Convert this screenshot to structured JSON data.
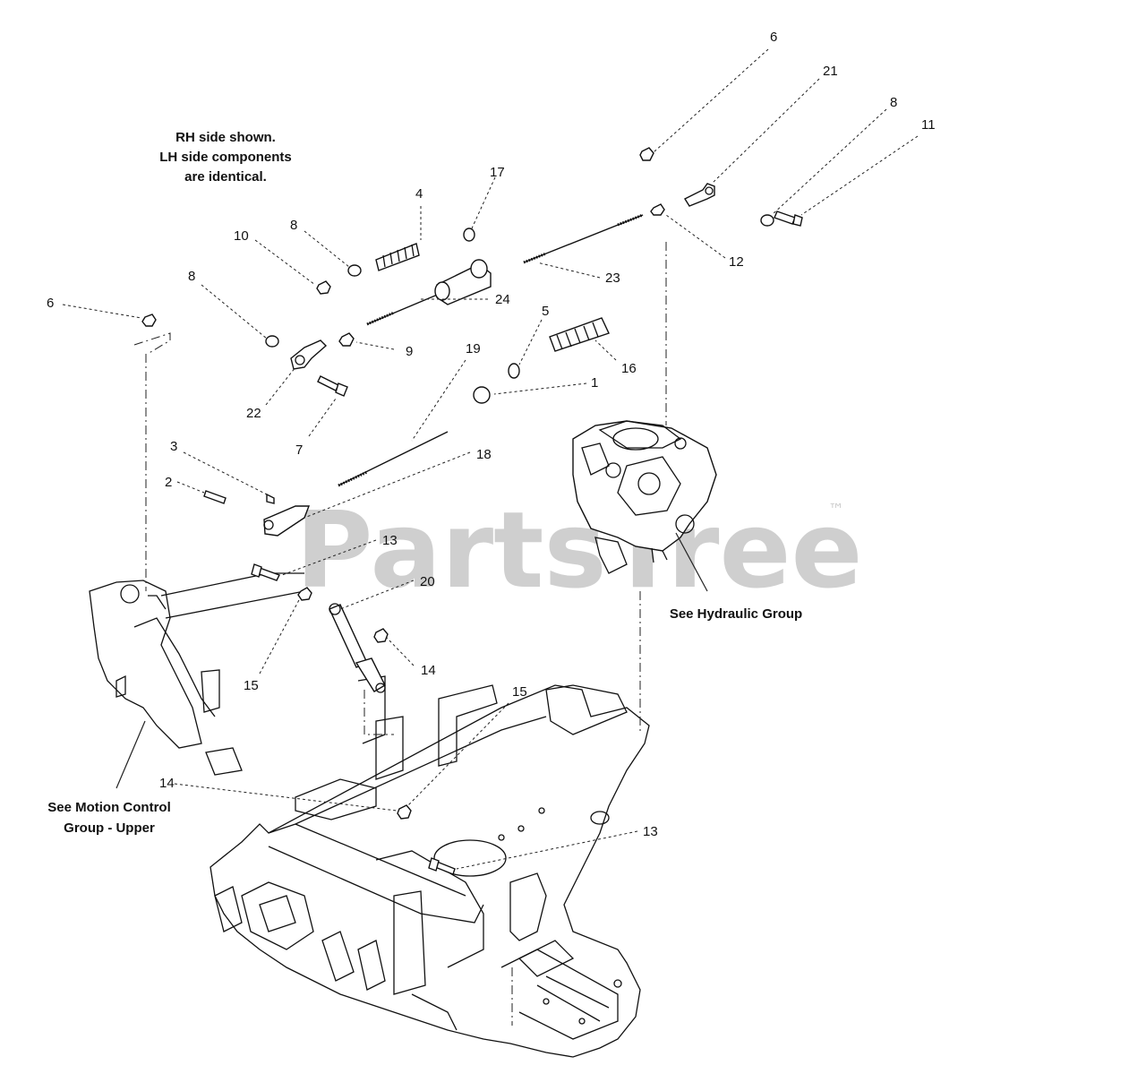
{
  "watermark": {
    "text": "PartsTree",
    "trademark": "™"
  },
  "notes": {
    "rh_side_line1": "RH side shown.",
    "rh_side_line2": "LH side components",
    "rh_side_line3": "are identical.",
    "hydraulic": "See Hydraulic Group",
    "motion_line1": "See Motion Control",
    "motion_line2": "Group - Upper"
  },
  "callouts": {
    "c6_top": "6",
    "c21": "21",
    "c8_top": "8",
    "c11": "11",
    "c12": "12",
    "c23": "23",
    "c17": "17",
    "c4": "4",
    "c8_mid": "8",
    "c10": "10",
    "c24": "24",
    "c8_left": "8",
    "c6_left": "6",
    "c9": "9",
    "c22": "22",
    "c7": "7",
    "c5": "5",
    "c16": "16",
    "c1": "1",
    "c19": "19",
    "c18": "18",
    "c3": "3",
    "c2": "2",
    "c13_top": "13",
    "c20": "20",
    "c14_mid": "14",
    "c15_left": "15",
    "c15_mid": "15",
    "c14_low": "14",
    "c13_low": "13"
  }
}
